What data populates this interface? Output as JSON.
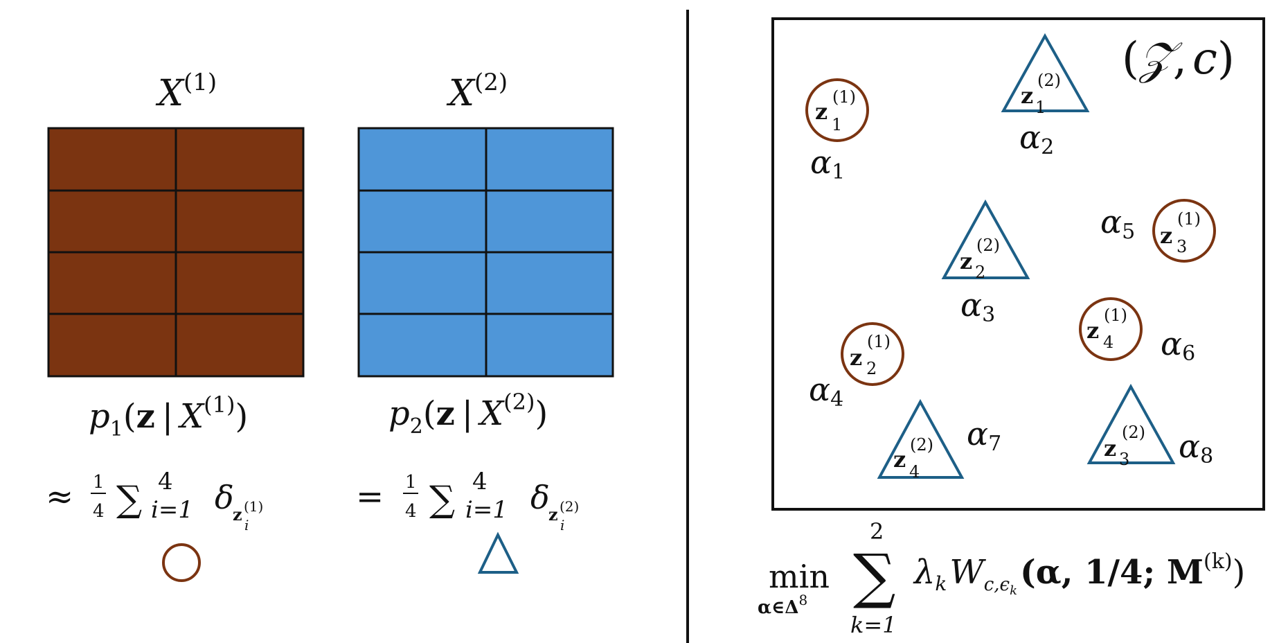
{
  "colors": {
    "brown": "#7b3411",
    "blue": "#4f96d8",
    "teal": "#1d5f87",
    "line": "#111111"
  },
  "left": {
    "x1": {
      "base": "X",
      "sup": "(1)"
    },
    "x2": {
      "base": "X",
      "sup": "(2)"
    },
    "grid": {
      "rows": 4,
      "cols": 2
    },
    "p1": {
      "p": "p",
      "sub": "1",
      "open": "(",
      "z": "z",
      "bar": "|",
      "X": "X",
      "sup": "(1)",
      "close": ")"
    },
    "p2": {
      "p": "p",
      "sub": "2",
      "open": "(",
      "z": "z",
      "bar": "|",
      "X": "X",
      "sup": "(2)",
      "close": ")"
    },
    "approx1": {
      "rel": "≈",
      "num": "1",
      "den": "4",
      "sum": "∑",
      "upper": "4",
      "lower": "i=1",
      "delta": "δ",
      "dsub_z": "z",
      "dsub_i": "i",
      "dsub_sup": "(1)"
    },
    "approx2": {
      "rel": "=",
      "num": "1",
      "den": "4",
      "sum": "∑",
      "upper": "4",
      "lower": "i=1",
      "delta": "δ",
      "dsub_z": "z",
      "dsub_i": "i",
      "dsub_sup": "(2)"
    },
    "marker1": "circle-icon",
    "marker2": "triangle-icon"
  },
  "right": {
    "space_label": {
      "open": "(",
      "Z": "𝒵",
      "comma": ",",
      "c": "c",
      "close": ")"
    },
    "nodes": [
      {
        "shape": "circle",
        "z": "z",
        "sub": "1",
        "sup": "(1)",
        "alpha": "α",
        "alpha_sub": "1"
      },
      {
        "shape": "triangle",
        "z": "z",
        "sub": "1",
        "sup": "(2)",
        "alpha": "α",
        "alpha_sub": "2"
      },
      {
        "shape": "triangle",
        "z": "z",
        "sub": "2",
        "sup": "(2)",
        "alpha": "α",
        "alpha_sub": "3"
      },
      {
        "shape": "circle",
        "z": "z",
        "sub": "3",
        "sup": "(1)",
        "alpha": "α",
        "alpha_sub": "5"
      },
      {
        "shape": "circle",
        "z": "z",
        "sub": "4",
        "sup": "(1)",
        "alpha": "α",
        "alpha_sub": "6"
      },
      {
        "shape": "circle",
        "z": "z",
        "sub": "2",
        "sup": "(1)",
        "alpha": "α",
        "alpha_sub": "4"
      },
      {
        "shape": "triangle",
        "z": "z",
        "sub": "4",
        "sup": "(2)",
        "alpha": "α",
        "alpha_sub": "7"
      },
      {
        "shape": "triangle",
        "z": "z",
        "sub": "3",
        "sup": "(2)",
        "alpha": "α",
        "alpha_sub": "8"
      }
    ],
    "objective": {
      "min": "min",
      "min_sub": "α∈Δ",
      "min_sub_sup": "8",
      "sum": "∑",
      "upper": "2",
      "lower": "k=1",
      "lambda": "λ",
      "lambda_sub": "k",
      "W": "W",
      "W_sub": "c,ϵ",
      "W_sub_k": "k",
      "args": "(α, 1/4; M",
      "M_sup": "(k)",
      "close": ")"
    }
  }
}
